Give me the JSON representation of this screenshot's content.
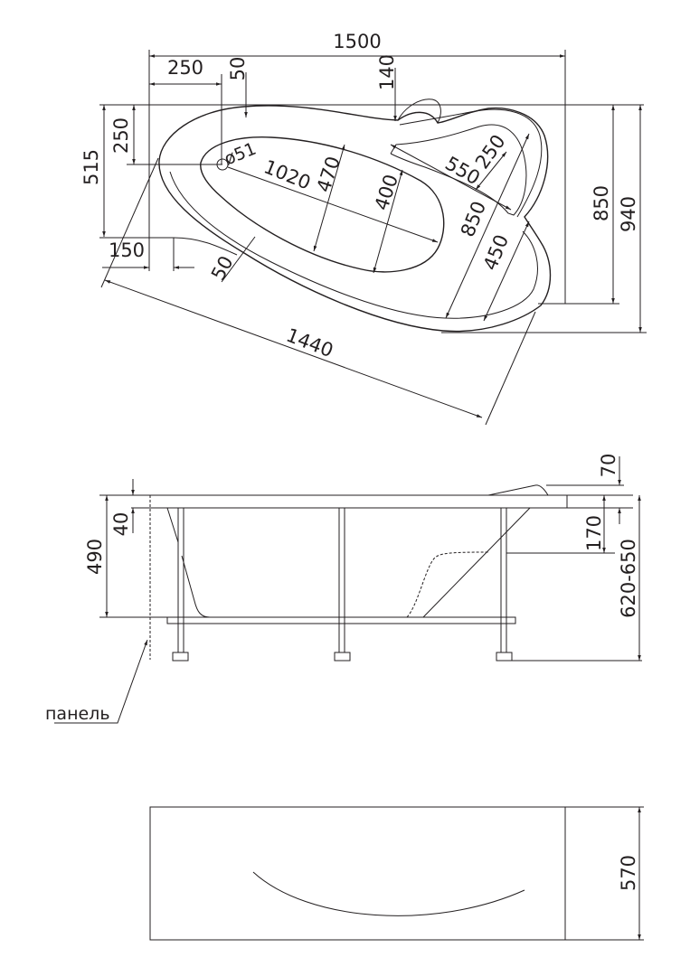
{
  "top_view": {
    "dims": {
      "overall_length": "1500",
      "drain_offset_x": "250",
      "rim_50_top": "50",
      "headrest_140": "140",
      "left_515": "515",
      "drain_offset_y": "250",
      "drain_diameter": "ø51",
      "basin_length": "1020",
      "basin_width_470": "470",
      "basin_width_400": "400",
      "seat_550": "550",
      "seat_250": "250",
      "diag_850": "850",
      "diag_450": "450",
      "width_850": "850",
      "width_940": "940",
      "left_150": "150",
      "rim_50_bottom": "50",
      "diag_1440": "1440"
    }
  },
  "side_view": {
    "dims": {
      "height_490": "490",
      "rim_40": "40",
      "headrest_70": "70",
      "seat_170": "170",
      "total_height": "620-650"
    },
    "panel_label": "панель"
  },
  "front_view": {
    "dims": {
      "height_570": "570"
    }
  }
}
